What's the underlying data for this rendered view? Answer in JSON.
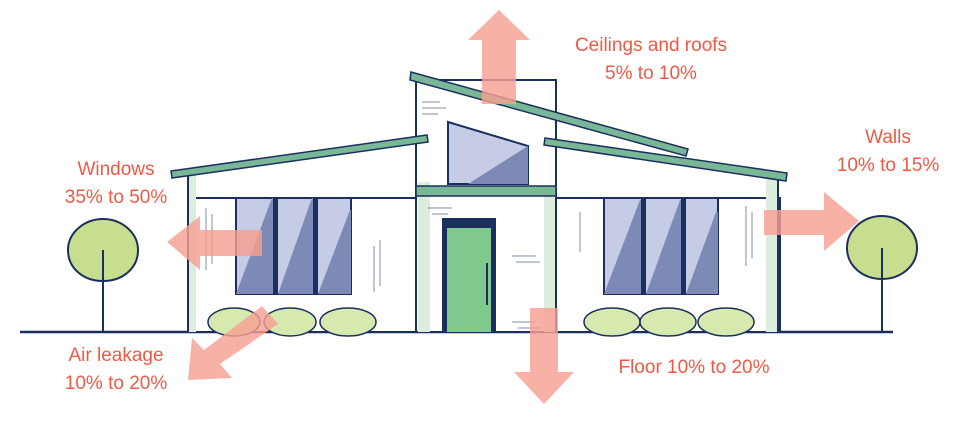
{
  "colors": {
    "label": "#ef5a45",
    "arrow": "#f7a093",
    "outline": "#1b2f5e",
    "roof": "#79b896",
    "door": "#7fc98f",
    "glass": "#7c8ab5",
    "glass_light": "#c6cbe6",
    "tree": "#c8de8f",
    "shrub": "#d6eab0",
    "wall_tint": "#dcecdd"
  },
  "labels": {
    "ceilings": {
      "title": "Ceilings and roofs",
      "value": "5% to 10%"
    },
    "walls": {
      "title": "Walls",
      "value": "10% to 15%"
    },
    "windows": {
      "title": "Windows",
      "value": "35% to 50%"
    },
    "air": {
      "title": "Air leakage",
      "value": "10% to 20%"
    },
    "floor": {
      "text": "Floor 10% to 20%"
    }
  },
  "icons": [
    "arrow-up-icon",
    "arrow-right-icon",
    "arrow-left-icon",
    "arrow-down-left-icon",
    "arrow-down-icon",
    "tree-icon",
    "house-illustration"
  ]
}
